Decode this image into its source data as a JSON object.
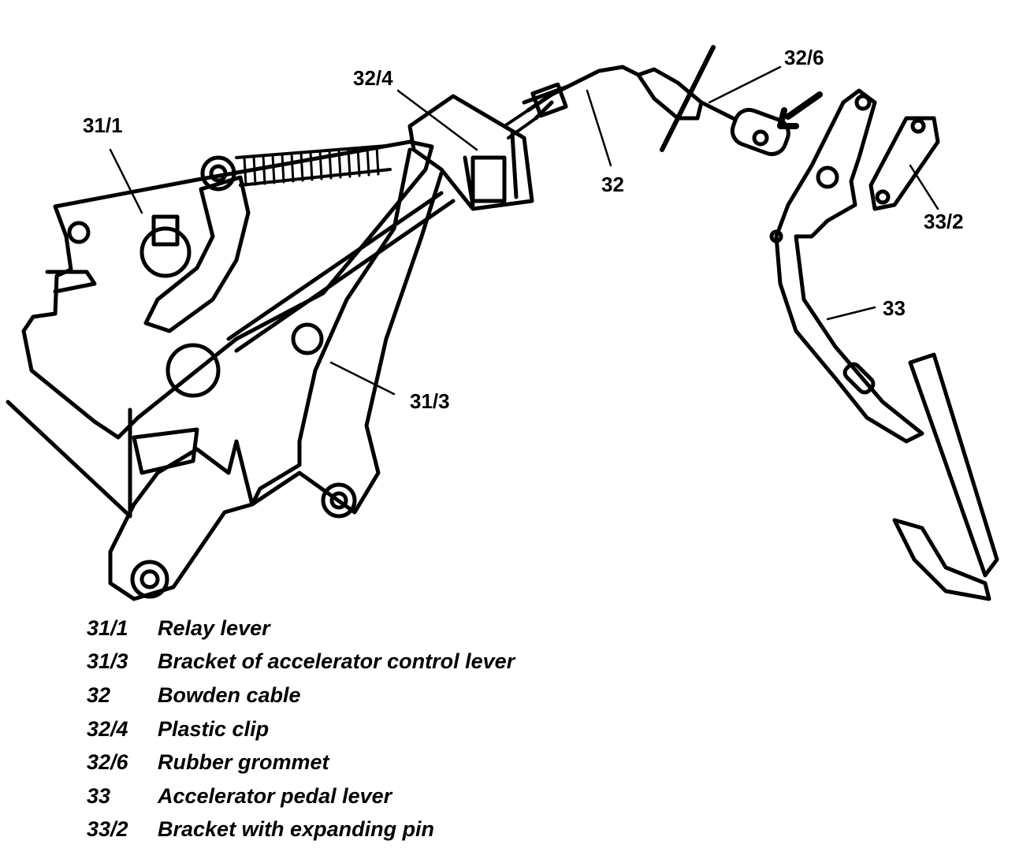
{
  "callouts": {
    "c31_1": "31/1",
    "c32_4": "32/4",
    "c32_6": "32/6",
    "c32": "32",
    "c33_2": "33/2",
    "c33": "33",
    "c31_3": "31/3"
  },
  "legend": [
    {
      "code": "31/1",
      "text": "Relay lever"
    },
    {
      "code": "31/3",
      "text": "Bracket of accelerator control lever"
    },
    {
      "code": "32",
      "text": "Bowden cable"
    },
    {
      "code": "32/4",
      "text": "Plastic clip"
    },
    {
      "code": "32/6",
      "text": "Rubber grommet"
    },
    {
      "code": "33",
      "text": "Accelerator pedal lever"
    },
    {
      "code": "33/2",
      "text": "Bracket with expanding pin"
    }
  ]
}
